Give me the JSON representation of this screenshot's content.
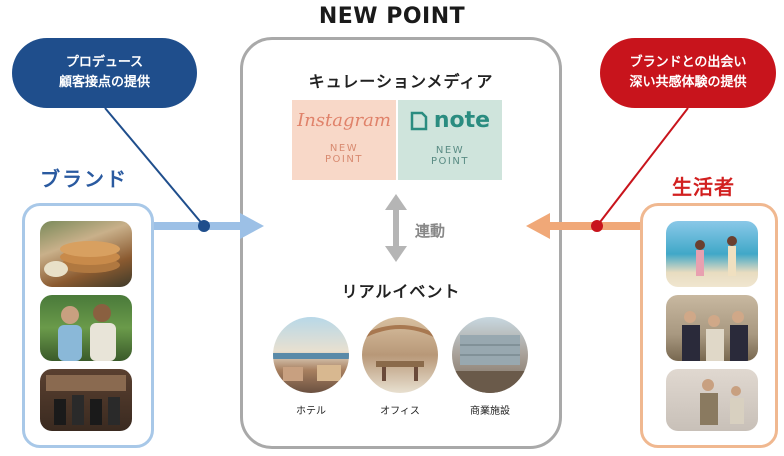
{
  "title": "NEW POINT",
  "left_bubble": {
    "lines": [
      "プロデュース",
      "顧客接点の提供"
    ]
  },
  "right_bubble": {
    "lines": [
      "ブランドとの出会い",
      "深い共感体験の提供"
    ]
  },
  "left_label": "ブランド",
  "right_label": "生活者",
  "media": {
    "title": "キュレーションメディア",
    "instagram": {
      "logo": "Instagram",
      "sub_lines": [
        "NEW",
        "POINT"
      ]
    },
    "note": {
      "logo": "note",
      "sub_lines": [
        "NEW",
        "POINT"
      ]
    }
  },
  "link_label": "連動",
  "event": {
    "title": "リアルイベント",
    "venues": [
      "ホテル",
      "オフィス",
      "商業施設"
    ]
  },
  "colors": {
    "brand_blue": "#1f4e8c",
    "consumer_red": "#c8141c",
    "arrow_blue": "#9cc0e6",
    "arrow_orange": "#f0a878",
    "frame_gray": "#a9a9a9"
  }
}
